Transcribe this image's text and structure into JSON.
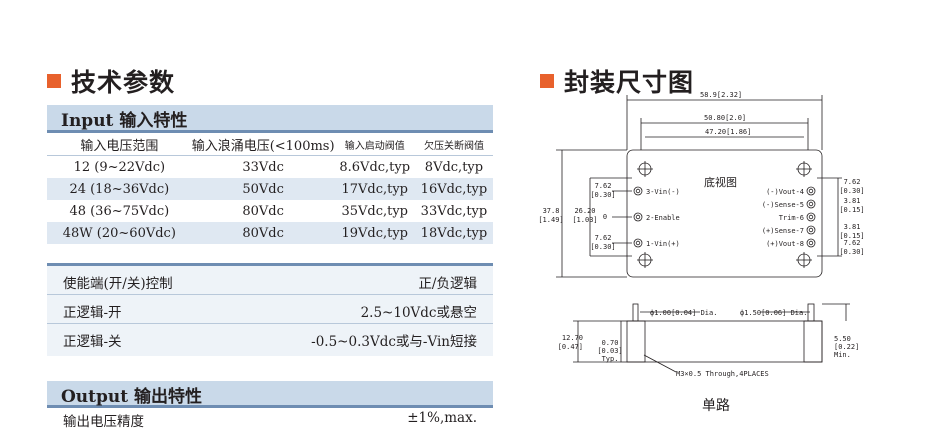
{
  "left_title": "技术参数",
  "right_title": "封装尺寸图",
  "input": {
    "section_title": "Input 输入特性",
    "headers": [
      "输入电压范围",
      "输入浪涌电压(<100ms)",
      "输入启动阀值",
      "欠压关断阀值"
    ],
    "rows": [
      [
        "12 (9~22Vdc)",
        "33Vdc",
        "8.6Vdc,typ",
        "8Vdc,typ"
      ],
      [
        "24 (18~36Vdc)",
        "50Vdc",
        "17Vdc,typ",
        "16Vdc,typ"
      ],
      [
        "48 (36~75Vdc)",
        "80Vdc",
        "35Vdc,typ",
        "33Vdc,typ"
      ],
      [
        "48W (20~60Vdc)",
        "80Vdc",
        "19Vdc,typ",
        "18Vdc,typ"
      ]
    ]
  },
  "enable": {
    "rows": [
      [
        "使能端(开/关)控制",
        "正/负逻辑"
      ],
      [
        "正逻辑-开",
        "2.5~10Vdc或悬空"
      ],
      [
        "正逻辑-关",
        "-0.5~0.3Vdc或与-Vin短接"
      ]
    ]
  },
  "output": {
    "section_title": "Output 输出特性",
    "rows": [
      [
        "输出电压精度",
        "±1%,max."
      ]
    ]
  },
  "drawing": {
    "dim_total_width": "58.9[2.32]",
    "dim_inner_width": "50.80[2.0]",
    "dim_pin_span": "47.20[1.86]",
    "dim_height_outer": "37.8",
    "dim_height_outer_in": "[1.49]",
    "dim_height_inner": "26.20",
    "dim_height_inner_in": "[1.03]",
    "bottom_view": "底视图",
    "pin_labels_left": [
      "3-Vin(-)",
      "2-Enable",
      "1-Vin(+)"
    ],
    "pin_labels_right": [
      "(-)Vout-4",
      "(-)Sense-5",
      "Trim-6",
      "(+)Sense-7",
      "(+)Vout-8"
    ],
    "left_dims": [
      [
        "7.62",
        "[0.30]"
      ],
      [
        "7.62",
        "[0.30]"
      ]
    ],
    "right_dims": [
      [
        "7.62",
        "[0.30]"
      ],
      [
        "3.81",
        "[0.15]"
      ],
      [
        "3.81",
        "[0.15]"
      ],
      [
        "7.62",
        "[0.30]"
      ]
    ],
    "pin_dia_left": "ф1.00[0.04] Dia.",
    "pin_dia_right": "ф1.50[0.06] Dia.",
    "side_height": "12.70",
    "side_height_in": "[0.47]",
    "side_gap": [
      "0.70",
      "[0.03]",
      "Typ."
    ],
    "pin_length": [
      "5.50",
      "[0.22]",
      "Min."
    ],
    "thread_note": "M3×0.5 Through,4PLACES",
    "caption": "单路"
  }
}
